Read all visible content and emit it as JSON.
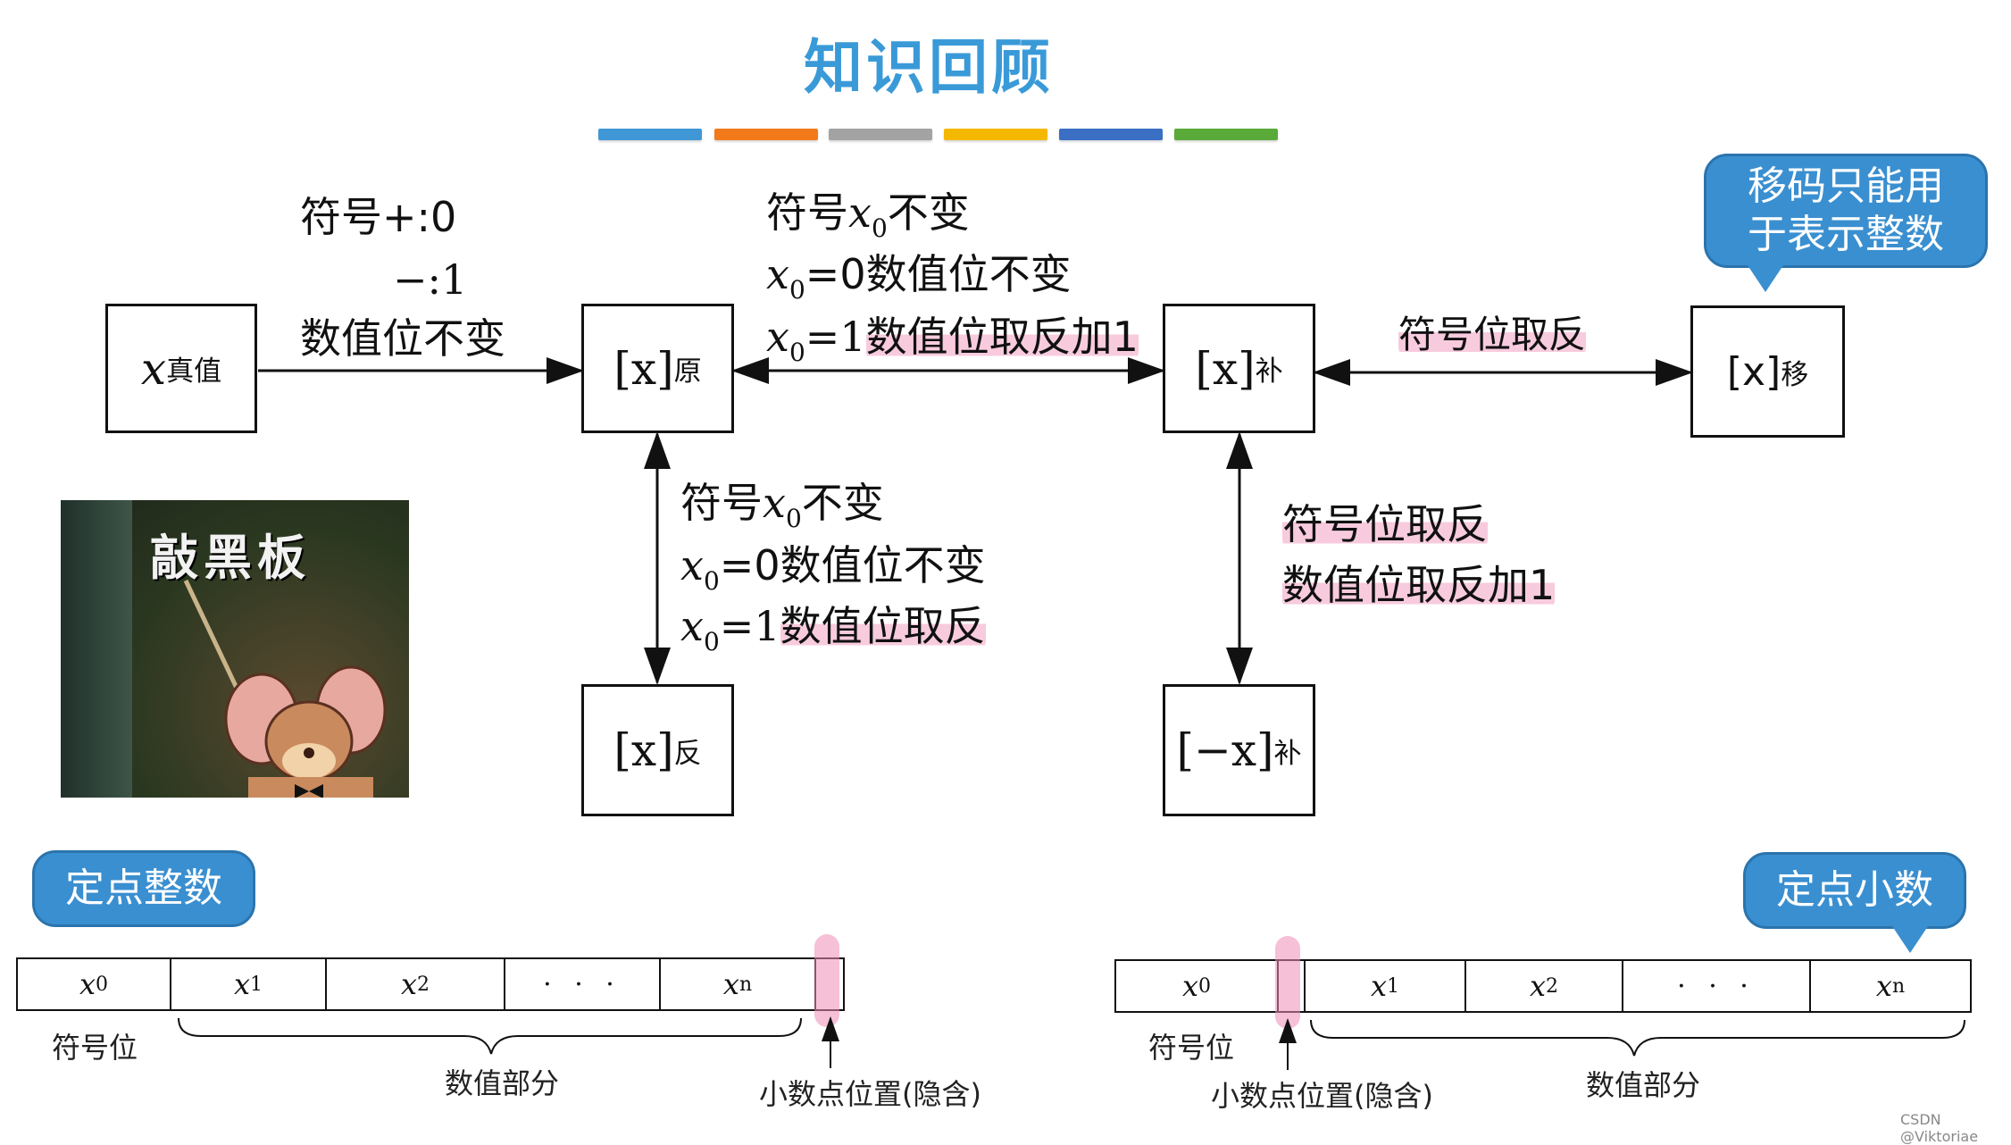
{
  "title": "知识回顾",
  "color_bars": [
    "#3f97d6",
    "#f27a1a",
    "#a3a3a3",
    "#f5b800",
    "#3a6fc4",
    "#5aaa3a"
  ],
  "boxes": {
    "true_value": {
      "var": "x",
      "sub": "真值"
    },
    "sign_magnitude": {
      "var": "[x]",
      "sub": "原"
    },
    "twos_complement": {
      "var": "[x]",
      "sub": "补"
    },
    "offset": {
      "var": "[x]",
      "sub": "移"
    },
    "ones_complement": {
      "var": "[x]",
      "sub": "反"
    },
    "neg_complement": {
      "var": "[−x]",
      "sub": "补"
    }
  },
  "labels": {
    "true_to_sm": {
      "line1": "符号+:0",
      "line2": "−:1",
      "line3": "数值位不变"
    },
    "sm_to_tc": {
      "l1_pre": "符号",
      "l1_var": "x",
      "l1_sub": "0",
      "l1_post": "不变",
      "l2_var": "x",
      "l2_sub": "0",
      "l2_post": "=0数值位不变",
      "l3_var": "x",
      "l3_sub": "0",
      "l3_post_plain": "=1",
      "l3_post_hl": "数值位取反加1"
    },
    "tc_to_offset": "符号位取反",
    "sm_to_oc": {
      "l1_pre": "符号",
      "l1_var": "x",
      "l1_sub": "0",
      "l1_post": "不变",
      "l2_var": "x",
      "l2_sub": "0",
      "l2_post": "=0数值位不变",
      "l3_var": "x",
      "l3_sub": "0",
      "l3_post_plain": "=1",
      "l3_post_hl": "数值位取反"
    },
    "tc_to_neg": {
      "line1": "符号位取反",
      "line2": "数值位取反加1"
    }
  },
  "callouts": {
    "offset_note_line1": "移码只能用",
    "offset_note_line2": "于表示整数",
    "fixed_int": "定点整数",
    "fixed_frac": "定点小数"
  },
  "meme_text": "敲黑板",
  "register_int": {
    "cells": [
      {
        "var": "x",
        "sub": "0"
      },
      {
        "var": "x",
        "sub": "1"
      },
      {
        "var": "x",
        "sub": "2"
      },
      {
        "dots": "· · ·"
      },
      {
        "var": "x",
        "sub": "n"
      }
    ],
    "sign_label": "符号位",
    "value_label": "数值部分",
    "point_label": "小数点位置(隐含)"
  },
  "register_frac": {
    "cells": [
      {
        "var": "x",
        "sub": "0"
      },
      {
        "var": "x",
        "sub": "1"
      },
      {
        "var": "x",
        "sub": "2"
      },
      {
        "dots": "· · ·"
      },
      {
        "var": "x",
        "sub": "n"
      }
    ],
    "sign_label": "符号位",
    "value_label": "数值部分",
    "point_label": "小数点位置(隐含)"
  },
  "watermark": "CSDN @Viktoriae"
}
